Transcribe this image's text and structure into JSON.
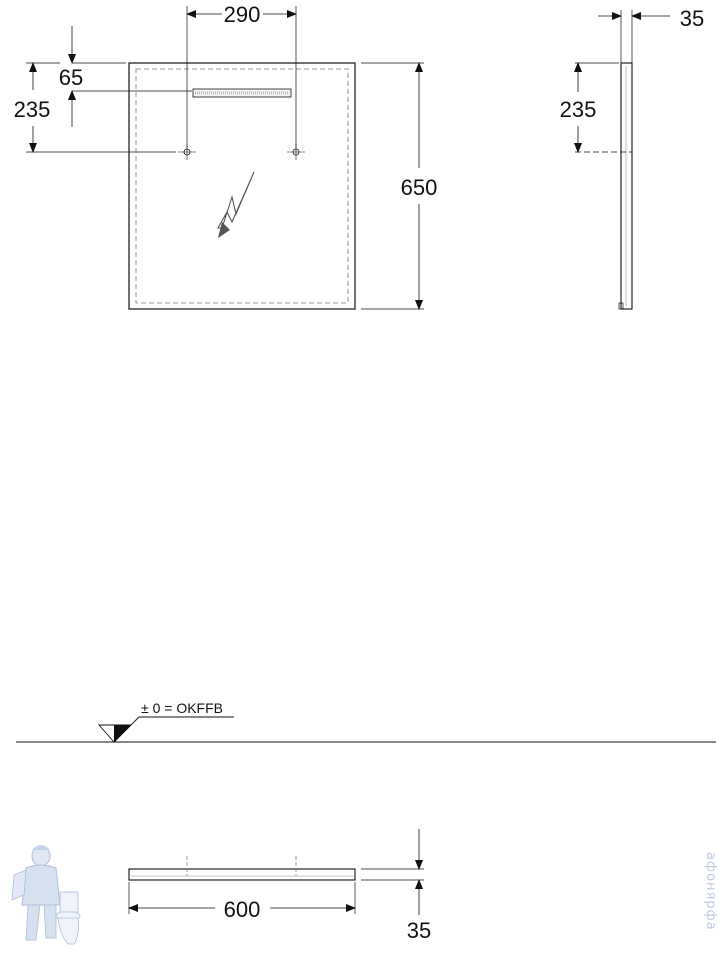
{
  "front_view": {
    "dim_width_holes": "290",
    "dim_top_offset": "65",
    "dim_hole_height": "235",
    "dim_height": "650",
    "light_icon": "lightning-bolt-icon"
  },
  "side_view": {
    "dim_depth": "35",
    "dim_hole_height": "235"
  },
  "floor_level": {
    "label": "± 0 = OKFFB"
  },
  "top_view": {
    "dim_width": "600",
    "dim_depth": "35"
  },
  "watermark": {
    "text": "афонярфа",
    "logo_icon": "plumber-mascot-icon"
  },
  "colors": {
    "line": "#111111",
    "dashed": "#666666",
    "watermark": "#bfcbe0"
  }
}
